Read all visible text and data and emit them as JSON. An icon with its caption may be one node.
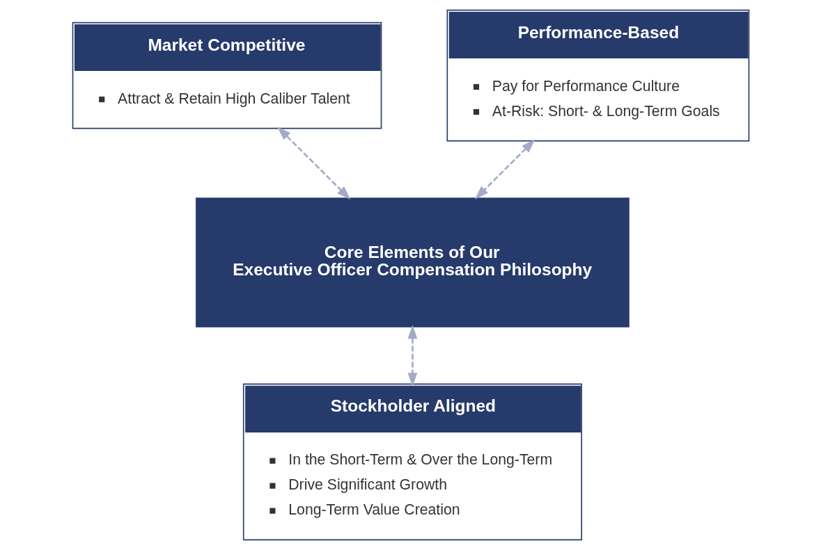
{
  "diagram": {
    "nodes": [
      {
        "text": [
          "Market Competitive",
          "Attract & Retain High Caliber Talent"
        ]
      },
      {
        "text": [
          "Performance-Based",
          "Pay for Performance Culture",
          "At-Risk: Short- & Long-Term Goals"
        ]
      },
      {
        "text": [
          "Core Elements of Our Executive Officer Compensation Philosophy"
        ]
      },
      {
        "text": [
          "Stockholder Aligned",
          "In the Short-Term & Over the Long-Term",
          "Drive Significant Growth",
          "Long-Term Value Creation"
        ]
      }
    ],
    "edges": [
      {
        "from": 0,
        "to": 2,
        "arrow": "both",
        "style": "dashed"
      },
      {
        "from": 1,
        "to": 2,
        "arrow": "both",
        "style": "dashed"
      },
      {
        "from": 2,
        "to": 3,
        "arrow": "both",
        "style": "dashed"
      }
    ]
  }
}
